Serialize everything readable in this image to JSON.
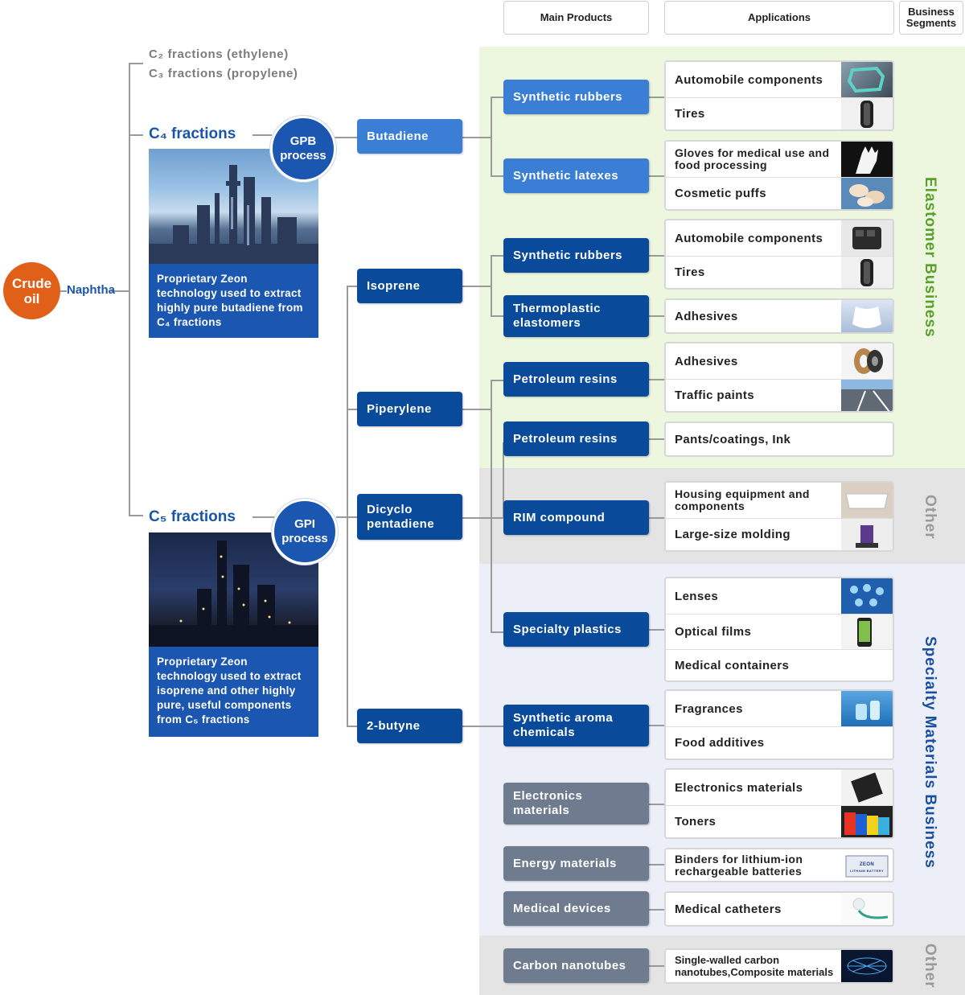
{
  "headers": {
    "main_products": "Main Products",
    "applications": "Applications",
    "business_segments_line1": "Business",
    "business_segments_line2": "Segments"
  },
  "segments": {
    "elastomer": "Elastomer Business",
    "specialty": "Specialty Materials Business",
    "other1": "Other",
    "other2": "Other"
  },
  "source": {
    "crude_oil_line1": "Crude",
    "crude_oil_line2": "oil",
    "naphtha": "Naphtha"
  },
  "fractions": {
    "c2": "C₂ fractions (ethylene)",
    "c3": "C₃ fractions (propylene)",
    "c4": "C₄ fractions",
    "c5": "C₅ fractions"
  },
  "processes": {
    "gpb_line1": "GPB",
    "gpb_line2": "process",
    "gpi_line1": "GPI",
    "gpi_line2": "process",
    "gpb_desc": "Proprietary Zeon technology used to extract highly pure butadiene from C₄ fractions",
    "gpi_desc": "Proprietary Zeon technology used to extract isoprene and other highly pure, useful components from C₅ fractions"
  },
  "monomers": [
    "Butadiene",
    "Isoprene",
    "Piperylene",
    "Dicyclo pentadiene",
    "2-butyne"
  ],
  "main_products": [
    "Synthetic rubbers",
    "Synthetic latexes",
    "Synthetic rubbers",
    "Thermoplastic elastomers",
    "Petroleum resins",
    "Petroleum resins",
    "RIM compound",
    "Specialty plastics",
    "Synthetic aroma chemicals",
    "Electronics materials",
    "Energy materials",
    "Medical devices",
    "Carbon nanotubes"
  ],
  "applications": [
    [
      "Automobile components",
      "Tires"
    ],
    [
      "Gloves for medical use and food processing",
      "Cosmetic puffs"
    ],
    [
      "Automobile components",
      "Tires"
    ],
    [
      "Adhesives"
    ],
    [
      "Adhesives",
      "Traffic paints"
    ],
    [
      "Pants/coatings, Ink"
    ],
    [
      "Housing equipment and components",
      "Large-size molding"
    ],
    [
      "Lenses",
      "Optical films",
      "Medical containers"
    ],
    [
      "Fragrances",
      "Food additives"
    ],
    [
      "Electronics materials",
      "Toners"
    ],
    [
      "Binders for lithium-ion rechargeable batteries"
    ],
    [
      "Medical catheters"
    ],
    [
      "Single-walled carbon nanotubes,Composite materials"
    ]
  ],
  "battery_label": "ZEON LITHIUM BATTERY",
  "colors": {
    "crude": "#e0601a",
    "blue": "#3a7fd5",
    "navy": "#0a4a9a",
    "gray": "#6f7c8f",
    "elastomer_bg": "#edf7df",
    "other_bg": "#e4e4e4",
    "specialty_bg": "#eceff8",
    "elastomer_text": "#5aa02c",
    "specialty_text": "#1b4fa0"
  }
}
